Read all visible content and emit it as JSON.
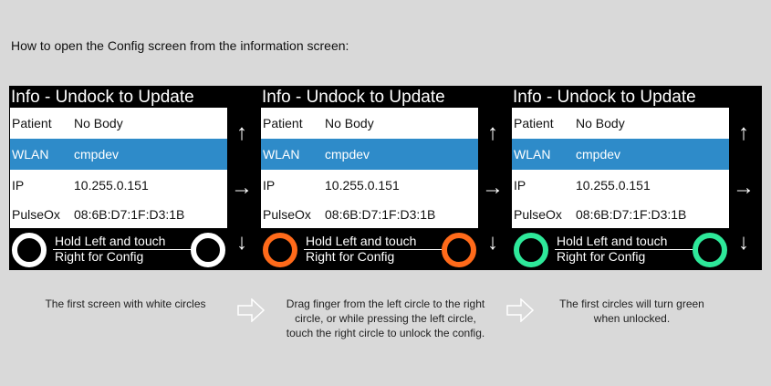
{
  "heading": "How to open the Config screen from the information screen:",
  "screen": {
    "title": "Info - Undock to Update",
    "rows": [
      {
        "label": "Patient",
        "value": "No Body"
      },
      {
        "label": "WLAN",
        "value": "cmpdev"
      },
      {
        "label": "IP",
        "value": "10.255.0.151"
      },
      {
        "label": "PulseOx",
        "value": "08:6B:D7:1F:D3:1B"
      }
    ],
    "hint_line1": "Hold Left and touch",
    "hint_line2": "Right for Config"
  },
  "panels": [
    {
      "circle_color": "#ffffff",
      "caption": "The first screen with white circles"
    },
    {
      "circle_color": "#ff6a1a",
      "caption": "Drag finger from the left circle to the right circle, or while pressing the left circle, touch the right circle to unlock the config."
    },
    {
      "circle_color": "#2ee89a",
      "caption": "The first circles will turn green when unlocked."
    }
  ],
  "colors": {
    "selected_row": "#2e8bc9",
    "background": "#d9d9d9"
  }
}
